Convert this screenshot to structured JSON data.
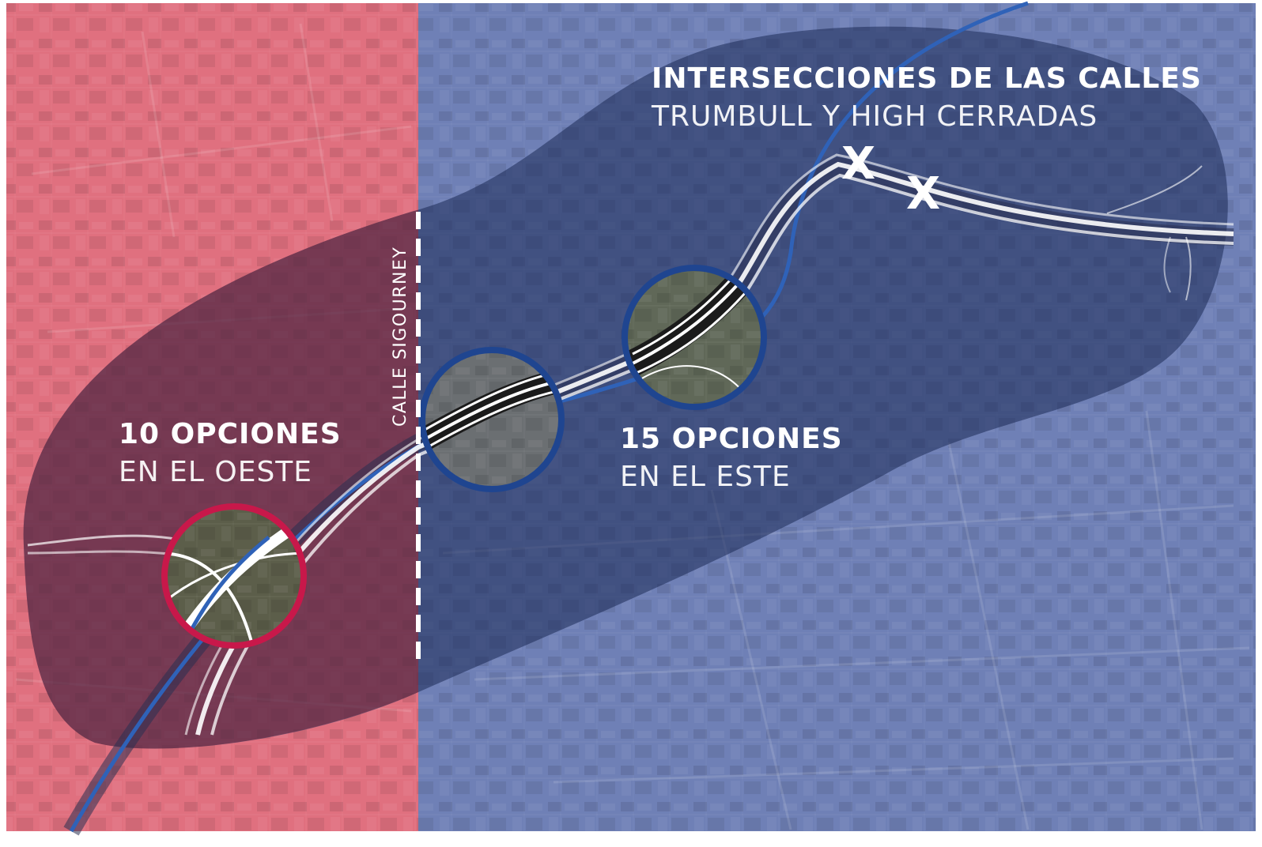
{
  "map": {
    "street_label": "CALLE SIGOURNEY",
    "closure_marker": "X",
    "colors": {
      "west_zone": "#e0707f",
      "east_zone": "#6f80b6",
      "corridor_dark": "#1b2a55",
      "west_circle_stroke": "#c8184a",
      "east_circle_stroke": "#1f4590",
      "highway": "#ffffff",
      "blue_route": "#2f62b8"
    },
    "labels": {
      "closed_intersections": {
        "line1": "INTERSECCIONES DE LAS CALLES",
        "line2": "TRUMBULL Y HIGH CERRADAS"
      },
      "west": {
        "line1": "10 OPCIONES",
        "line2": "EN EL OESTE"
      },
      "east": {
        "line1": "15 OPCIONES",
        "line2": "EN EL ESTE"
      }
    },
    "icons": [
      "closure-x-icon",
      "interchange-circle-icon"
    ]
  }
}
